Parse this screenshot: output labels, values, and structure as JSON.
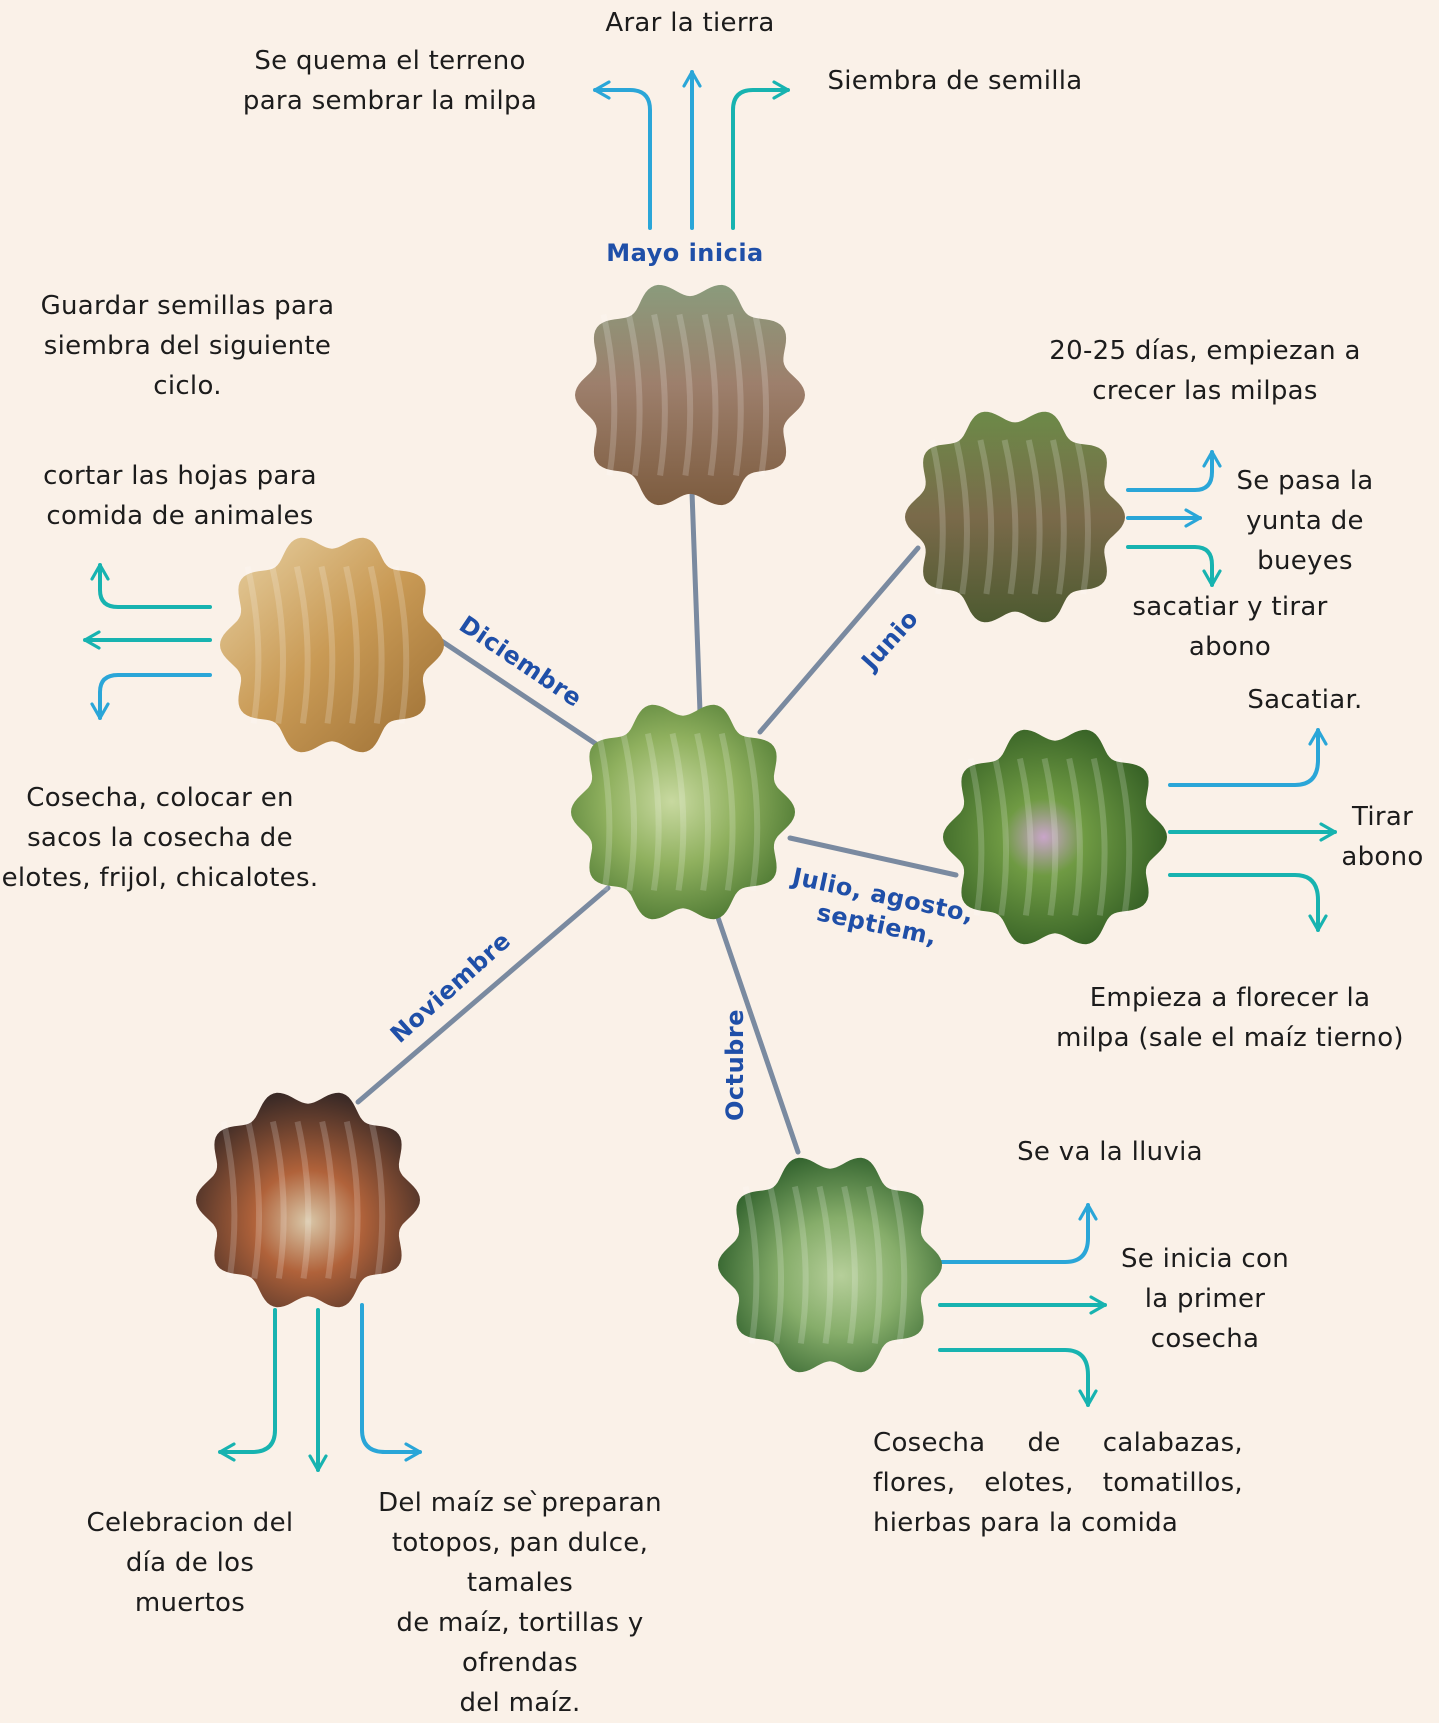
{
  "months": {
    "mayo": "Mayo inicia",
    "junio": "Junio",
    "julio": "Julio, agosto,\nseptiem,",
    "octubre": "Octubre",
    "noviembre": "Noviembre",
    "diciembre": "Diciembre"
  },
  "texts": {
    "mayo_left": "Se quema el terreno\npara sembrar la milpa",
    "mayo_top": "Arar la tierra",
    "mayo_right": "Siembra de semilla",
    "junio_top": "20-25 días, empiezan a\ncrecer las milpas",
    "junio_right": "Se pasa la\nyunta de\nbueyes",
    "junio_bottom": "sacatiar y tirar\nabono",
    "julio_top": "Sacatiar.",
    "julio_right": "Tirar\nabono",
    "julio_bottom": "Empieza a florecer la\nmilpa (sale el maíz tierno)",
    "octubre_top": "Se va la lluvia",
    "octubre_right": "Se inicia con\nla primer\ncosecha",
    "octubre_bottom": "Cosecha de calabazas, flores, elotes, tomatillos, hierbas para la comida",
    "noviembre_left": "Celebracion del\ndía de los\nmuertos",
    "noviembre_right": "Del maíz se ̀preparan\ntotopos, pan dulce, tamales\nde maíz, tortillas  y ofrendas\ndel maíz.",
    "diciembre_top1": "Guardar semillas para\nsiembra del siguiente\nciclo.",
    "diciembre_top2": "cortar las hojas para\ncomida de animales",
    "diciembre_bottom": "Cosecha, colocar en\nsacos la cosecha de\nelotes, frijol, chicalotes."
  },
  "colors": {
    "background": "#faf1e8",
    "arrow_blue": "#2aa6d8",
    "arrow_teal": "#17b3b0",
    "connector": "#7a8aa0",
    "month_label": "#1f4fa8"
  },
  "icons": {
    "center": "corn-field-photo",
    "mayo": "farmers-harvest-photo",
    "junio": "oxen-plow-photo",
    "julio": "child-in-milpa-photo",
    "octubre": "chayote-photo",
    "noviembre": "day-of-dead-altar-photo",
    "diciembre": "dried-corn-photo"
  }
}
